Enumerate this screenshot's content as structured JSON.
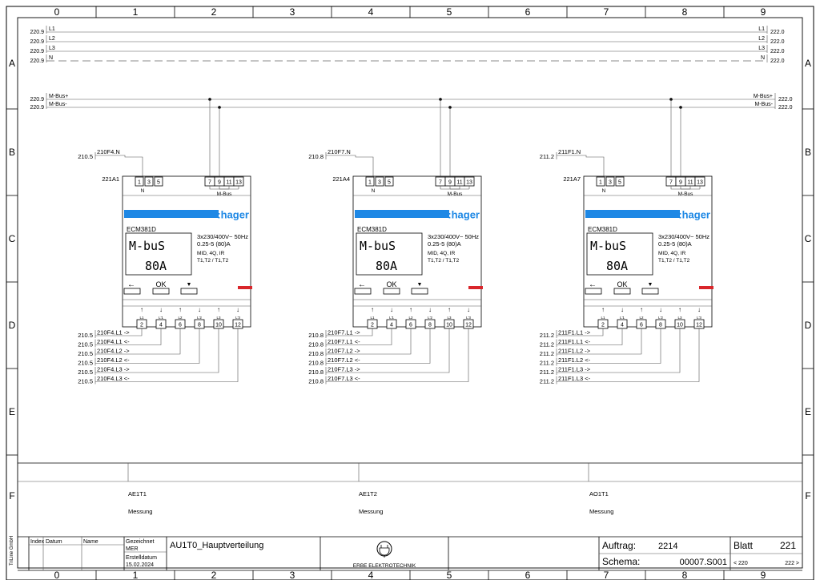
{
  "frame": {
    "columns": [
      "0",
      "1",
      "2",
      "3",
      "4",
      "5",
      "6",
      "7",
      "8",
      "9"
    ],
    "rows": [
      "A",
      "B",
      "C",
      "D",
      "E",
      "F"
    ],
    "side_label": "TriLine GmbH"
  },
  "bus": {
    "left_ref": "220.9",
    "right_ref": "222.0",
    "lines": [
      "L1",
      "L2",
      "L3",
      "N"
    ],
    "mbus": [
      "M-Bus+",
      "M-Bus-"
    ]
  },
  "meters": [
    {
      "supply_ref": "210.5",
      "supply_label": "210F4.N",
      "tag": "221A1",
      "signals": [
        "210F4.L1 ->",
        "210F4.L1 <-",
        "210F4.L2 ->",
        "210F4.L2 <-",
        "210F4.L3 ->",
        "210F4.L3 <-"
      ],
      "title": "AE1T1",
      "subtitle": "Messung"
    },
    {
      "supply_ref": "210.8",
      "supply_label": "210F7.N",
      "tag": "221A4",
      "signals": [
        "210F7.L1 ->",
        "210F7.L1 <-",
        "210F7.L2 ->",
        "210F7.L2 <-",
        "210F7.L3 ->",
        "210F7.L3 <-"
      ],
      "title": "AE1T2",
      "subtitle": "Messung"
    },
    {
      "supply_ref": "211.2",
      "supply_label": "211F1.N",
      "tag": "221A7",
      "signals": [
        "211F1.L1 ->",
        "211F1.L1 <-",
        "211F1.L2 ->",
        "211F1.L2 <-",
        "211F1.L3 ->",
        "211F1.L3 <-"
      ],
      "title": "AO1T1",
      "subtitle": "Messung"
    }
  ],
  "device": {
    "model": "ECM381D",
    "brand": ":hager",
    "specs": [
      "3x230/400V~ 50Hz",
      "0.25-5 (80)A",
      "MID, 4Q, IR",
      "T1,T2 / T1,T2"
    ],
    "lcd_line1": "M-buS",
    "lcd_line2": "80A",
    "ok_label": "OK",
    "left_arrow": "←",
    "down_arrow": "▼",
    "top_terminals_left": [
      "1",
      "3",
      "5"
    ],
    "top_terminals_right": [
      "7",
      "9",
      "11",
      "13"
    ],
    "n_label": "N",
    "mbus_label": "M-Bus",
    "bottom_terminals": [
      "2",
      "4",
      "6",
      "8",
      "10",
      "12"
    ],
    "bottom_labels": [
      "L1",
      "L'1",
      "L2",
      "L'2",
      "L3",
      "L'3"
    ],
    "arrows": [
      "↑",
      "↓",
      "↑",
      "↓",
      "↑",
      "↓"
    ],
    "accent": "#1e88e5",
    "led": "#d9262b"
  },
  "title_block": {
    "index_label": "Index",
    "datum_label": "Datum",
    "name_label": "Name",
    "drawn_label": "Gezeichnet",
    "drawn_value": "MER",
    "created_label": "Erstelldatum",
    "created_value": "15.02.2024",
    "drawing_title": "AU1T0_Hauptverteilung",
    "company": "ERBE ELEKTROTECHNIK",
    "order_label": "Auftrag:",
    "order_value": "2214",
    "schema_label": "Schema:",
    "schema_value": "00007.S001",
    "sheet_label": "Blatt",
    "sheet_value": "221",
    "prev_sheet": "< 220",
    "next_sheet": "222 >"
  }
}
